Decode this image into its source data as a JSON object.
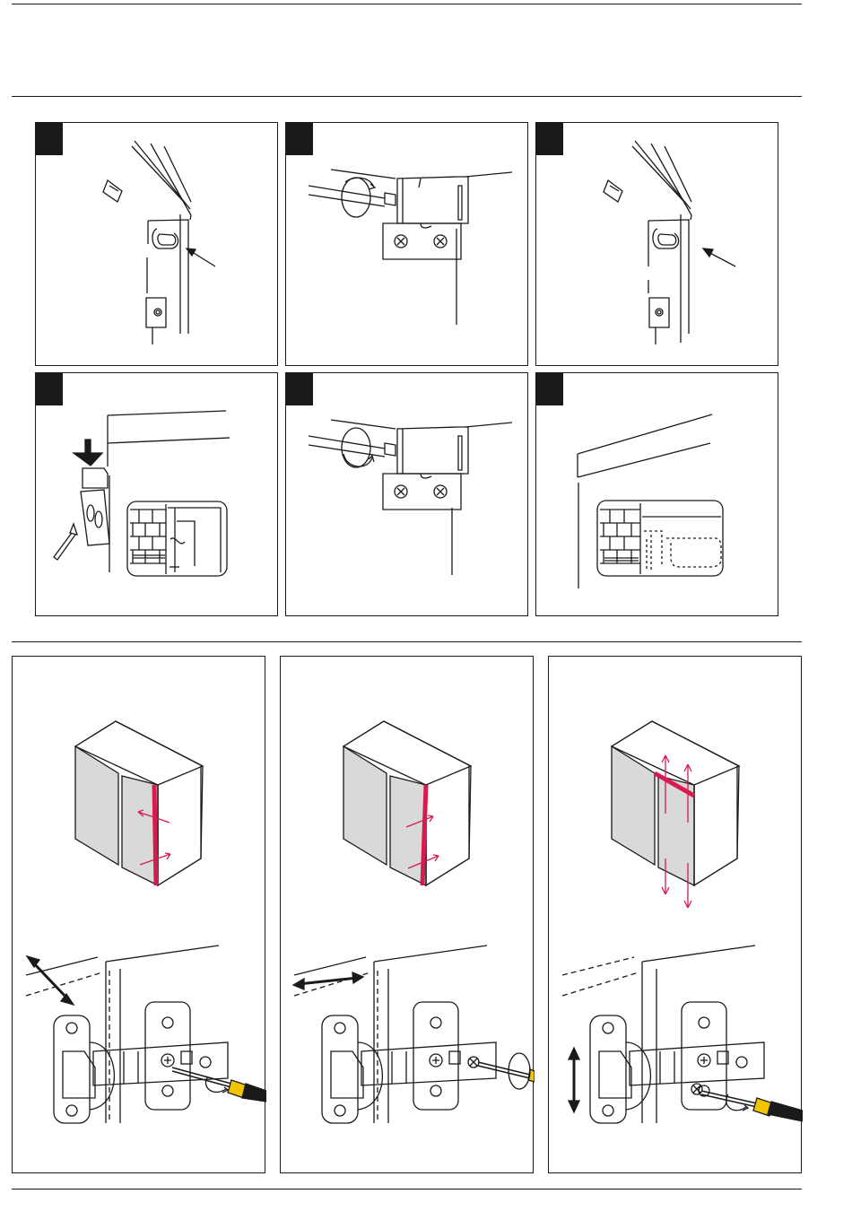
{
  "document": {
    "section_installation": {
      "steps": [
        {
          "id": "step-1",
          "icon": "hinge-clip-press-icon"
        },
        {
          "id": "step-2",
          "icon": "screw-tighten-icon"
        },
        {
          "id": "step-3",
          "icon": "hinge-clip-press-icon"
        },
        {
          "id": "step-4",
          "icon": "wall-mount-press-icon"
        },
        {
          "id": "step-5",
          "icon": "screw-tighten-icon"
        },
        {
          "id": "step-6",
          "icon": "cabinet-mounted-icon"
        }
      ]
    },
    "section_adjustment": {
      "panels": [
        {
          "id": "side-adjustment",
          "icon": "diagonal-arrow-icon"
        },
        {
          "id": "depth-adjustment",
          "icon": "horizontal-arrow-icon"
        },
        {
          "id": "height-adjustment",
          "icon": "vertical-arrow-icon"
        }
      ]
    },
    "colors": {
      "ink": "#1a1a1a",
      "accent": "#d81b4e",
      "door_fill": "#d9d9d9",
      "badge": "#1a1a1a"
    }
  }
}
